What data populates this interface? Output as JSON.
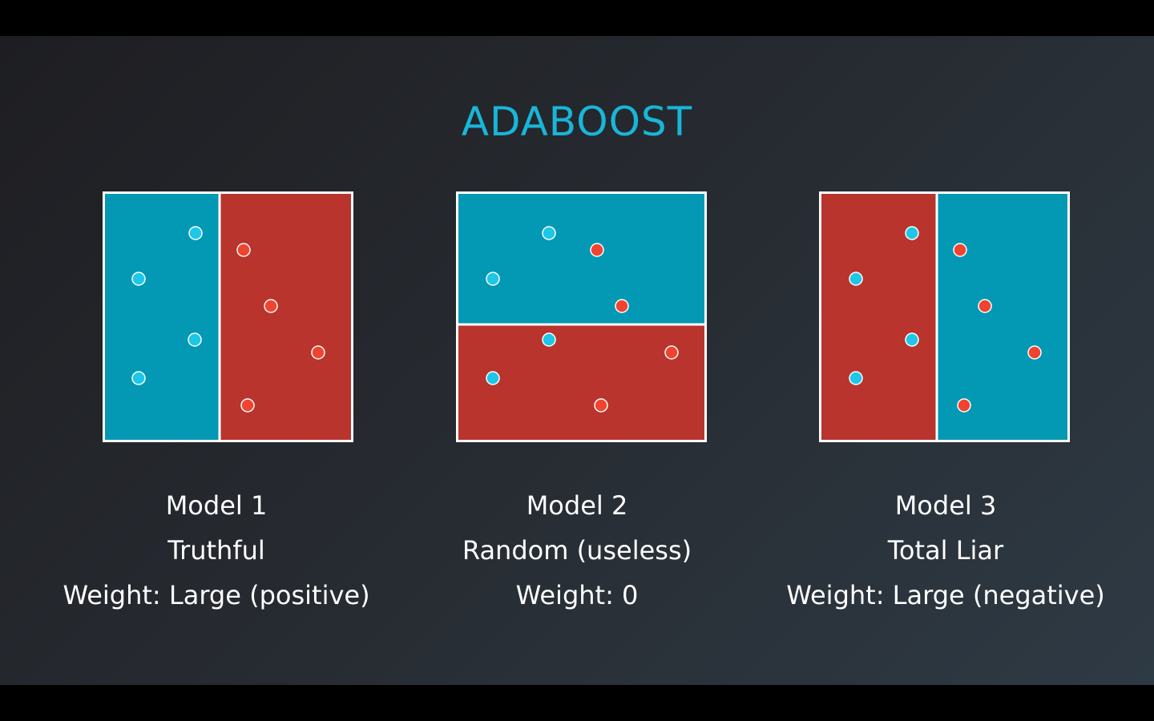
{
  "title": "ADABOOST",
  "colors": {
    "title": "#18b6d8",
    "blue_region": "#0398b4",
    "red_region": "#b8342c",
    "blue_point": "#1ec6e8",
    "red_point": "#f04430",
    "border": "#ffffff"
  },
  "models": [
    {
      "name": "Model 1",
      "description": "Truthful",
      "weight": "Weight: Large (positive)",
      "split": "vertical",
      "regions": [
        "blue",
        "red"
      ]
    },
    {
      "name": "Model 2",
      "description": "Random (useless)",
      "weight": "Weight: 0",
      "split": "horizontal",
      "regions": [
        "blue",
        "red"
      ]
    },
    {
      "name": "Model 3",
      "description": "Total Liar",
      "weight": "Weight: Large (negative)",
      "split": "vertical",
      "regions": [
        "red",
        "blue"
      ]
    }
  ],
  "points": {
    "blue_count": 4,
    "red_count": 4
  }
}
